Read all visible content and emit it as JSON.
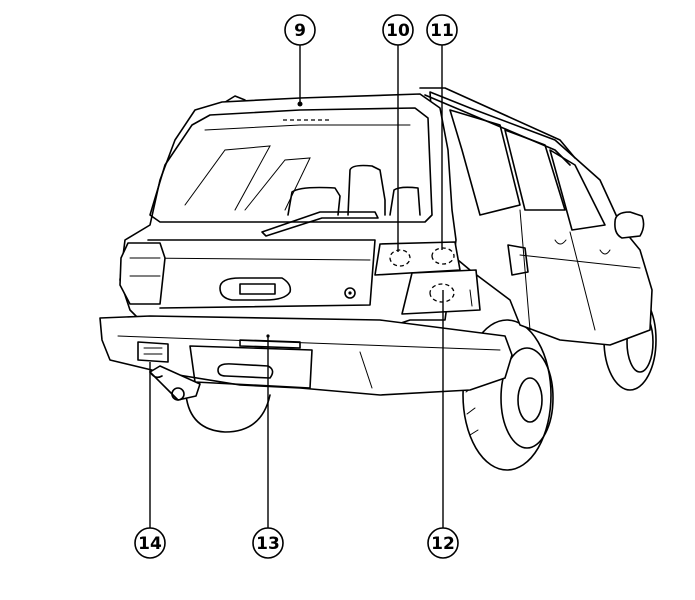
{
  "callouts": [
    {
      "id": "9",
      "label": "9",
      "target": "high-mount-stop-light"
    },
    {
      "id": "10",
      "label": "10",
      "target": "rear-combination-light-upper-inner"
    },
    {
      "id": "11",
      "label": "11",
      "target": "rear-combination-light-upper-outer"
    },
    {
      "id": "12",
      "label": "12",
      "target": "rear-combination-light-lower"
    },
    {
      "id": "13",
      "label": "13",
      "target": "license-plate-light"
    },
    {
      "id": "14",
      "label": "14",
      "target": "rear-fog-light"
    }
  ],
  "colors": {
    "line": "#000000",
    "background": "#ffffff"
  }
}
